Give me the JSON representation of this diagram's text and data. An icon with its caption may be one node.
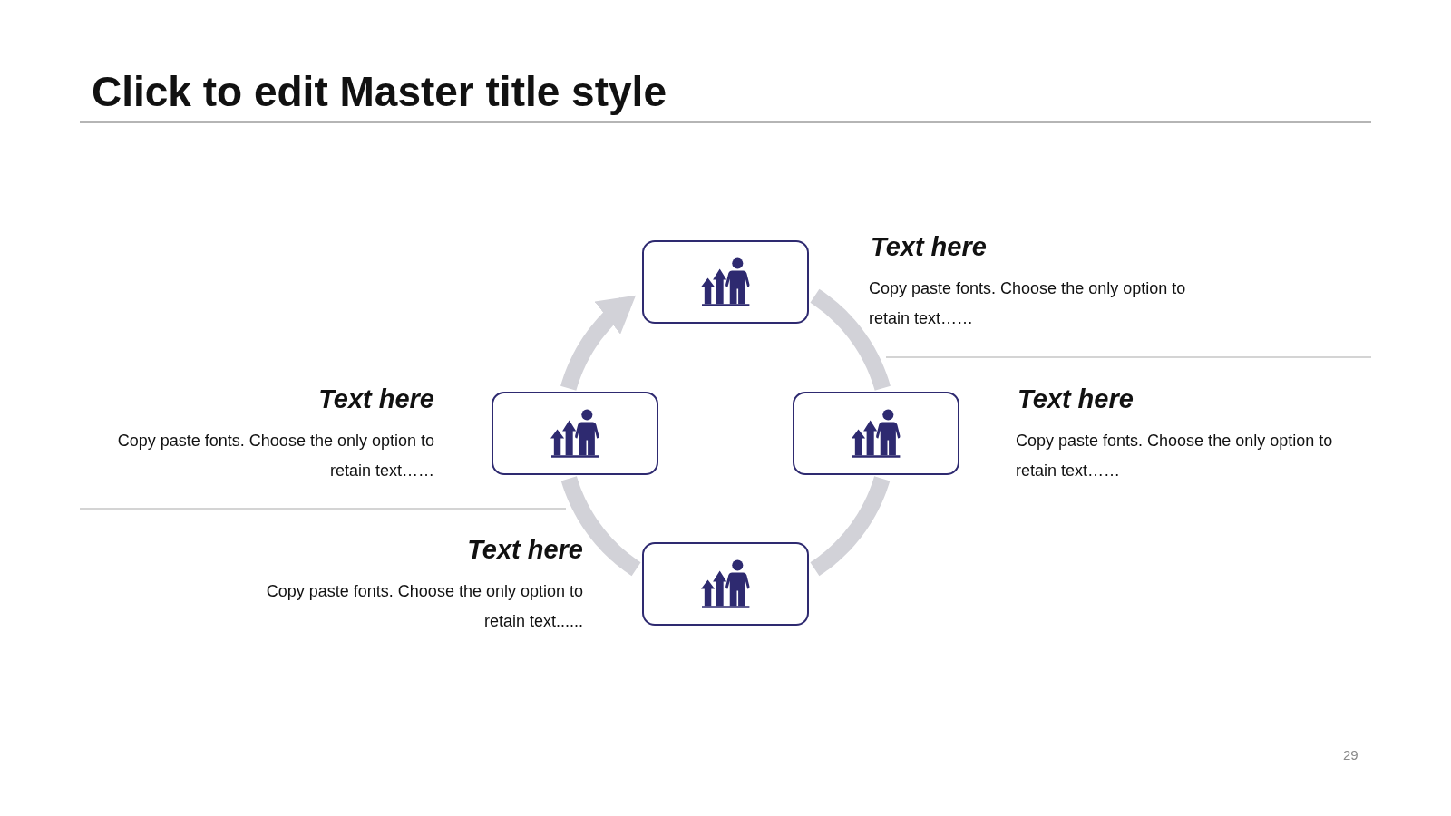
{
  "diagram": {
    "title": "Click to edit Master title style",
    "nodes": [
      {
        "text": [],
        "shape": "box",
        "beside": [
          "Text here",
          "Copy paste fonts. Choose the only option to retain text……"
        ]
      },
      {
        "text": [],
        "shape": "box",
        "beside": [
          "Text here",
          "Copy paste fonts. Choose the only option to retain text……"
        ]
      },
      {
        "text": [],
        "shape": "box",
        "beside": [
          "Text here",
          "Copy paste fonts. Choose the only option to retain text……"
        ]
      },
      {
        "text": [],
        "shape": "box",
        "beside": [
          "Text here",
          "Copy paste fonts. Choose the only option to retain text......"
        ]
      }
    ],
    "edges": [
      {
        "from": 0,
        "to": 2,
        "arrow": "none"
      },
      {
        "from": 2,
        "to": 3,
        "arrow": "none"
      },
      {
        "from": 3,
        "to": 1,
        "arrow": "none"
      },
      {
        "from": 1,
        "to": 0,
        "arrow": "to"
      }
    ],
    "labels": [
      "29"
    ]
  }
}
